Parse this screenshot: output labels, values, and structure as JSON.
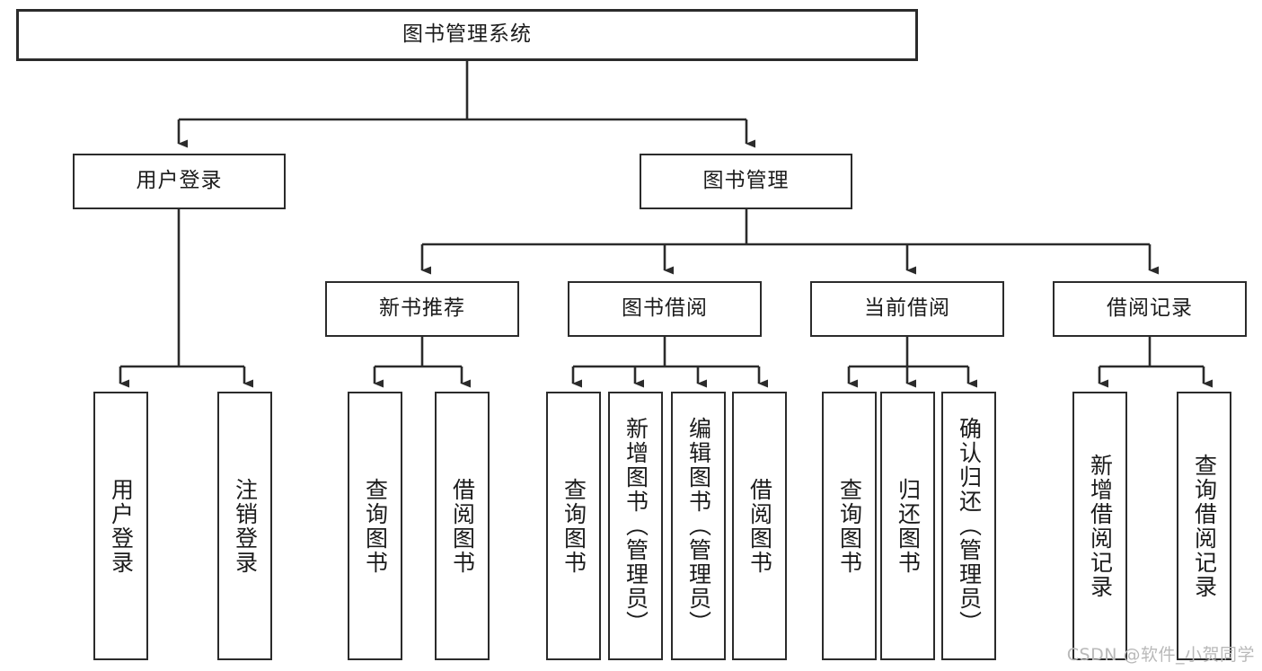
{
  "diagram": {
    "title": "图书管理系统",
    "type": "hierarchy-tree",
    "colors": {
      "box_border": "#2b2b2b",
      "box_fill": "#ffffff",
      "edge": "#2b2b2b",
      "text": "#1b1b1b",
      "watermark": "#b9b9b9"
    },
    "nodes": {
      "root": {
        "label": "图书管理系统"
      },
      "level1": [
        {
          "label": "用户登录"
        },
        {
          "label": "图书管理"
        }
      ],
      "level2": [
        {
          "label": "新书推荐"
        },
        {
          "label": "图书借阅"
        },
        {
          "label": "当前借阅"
        },
        {
          "label": "借阅记录"
        }
      ],
      "leaves": {
        "user_login": [
          {
            "label": "用户登录"
          },
          {
            "label": "注销登录"
          }
        ],
        "new_book_recommend": [
          {
            "label": "查询图书"
          },
          {
            "label": "借阅图书"
          }
        ],
        "book_borrow": [
          {
            "label": "查询图书"
          },
          {
            "label": "新增图书（管理员）"
          },
          {
            "label": "编辑图书（管理员）"
          },
          {
            "label": "借阅图书"
          }
        ],
        "current_borrow": [
          {
            "label": "查询图书"
          },
          {
            "label": "归还图书"
          },
          {
            "label": "确认归还（管理员）"
          }
        ],
        "borrow_records": [
          {
            "label": "新增借阅记录"
          },
          {
            "label": "查询借阅记录"
          }
        ]
      }
    }
  },
  "watermark": {
    "text": "CSDN @软件_小贺同学"
  }
}
